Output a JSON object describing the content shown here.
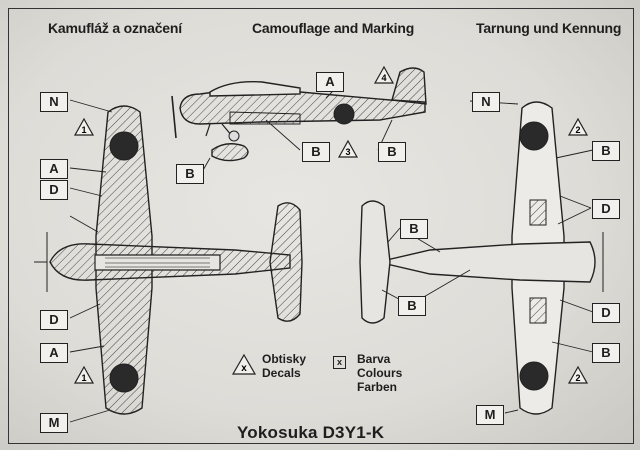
{
  "headers": {
    "czech": "Kamufláž a označení",
    "english": "Camouflage and Marking",
    "german": "Tarnung und Kennung"
  },
  "callouts": {
    "n_left": "N",
    "a_left_1": "A",
    "d_left_1": "D",
    "d_left_2": "D",
    "a_left_2": "A",
    "m_left": "M",
    "a_side": "A",
    "b_side_1": "B",
    "b_side_2": "B",
    "b_side_3": "B",
    "n_right": "N",
    "b_right_1": "B",
    "d_right_1": "D",
    "d_right_2": "D",
    "b_right_2": "B",
    "m_right": "M",
    "b_under_1": "B",
    "b_under_2": "B"
  },
  "decal_markers": {
    "m1a": "1",
    "m1b": "1",
    "m2a": "2",
    "m2b": "2",
    "m3": "3",
    "m4": "4",
    "legend_x": "x"
  },
  "legend": {
    "decals_line1": "Obtisky",
    "decals_line2": "Decals",
    "colour_box": "x",
    "colours_line1": "Barva",
    "colours_line2": "Colours",
    "colours_line3": "Farben"
  },
  "caption": "Yokosuka D3Y1-K",
  "colors": {
    "ink": "#1e1e1e",
    "paper": "#e3e2dd",
    "hinomaru": "#2a2a2a"
  }
}
